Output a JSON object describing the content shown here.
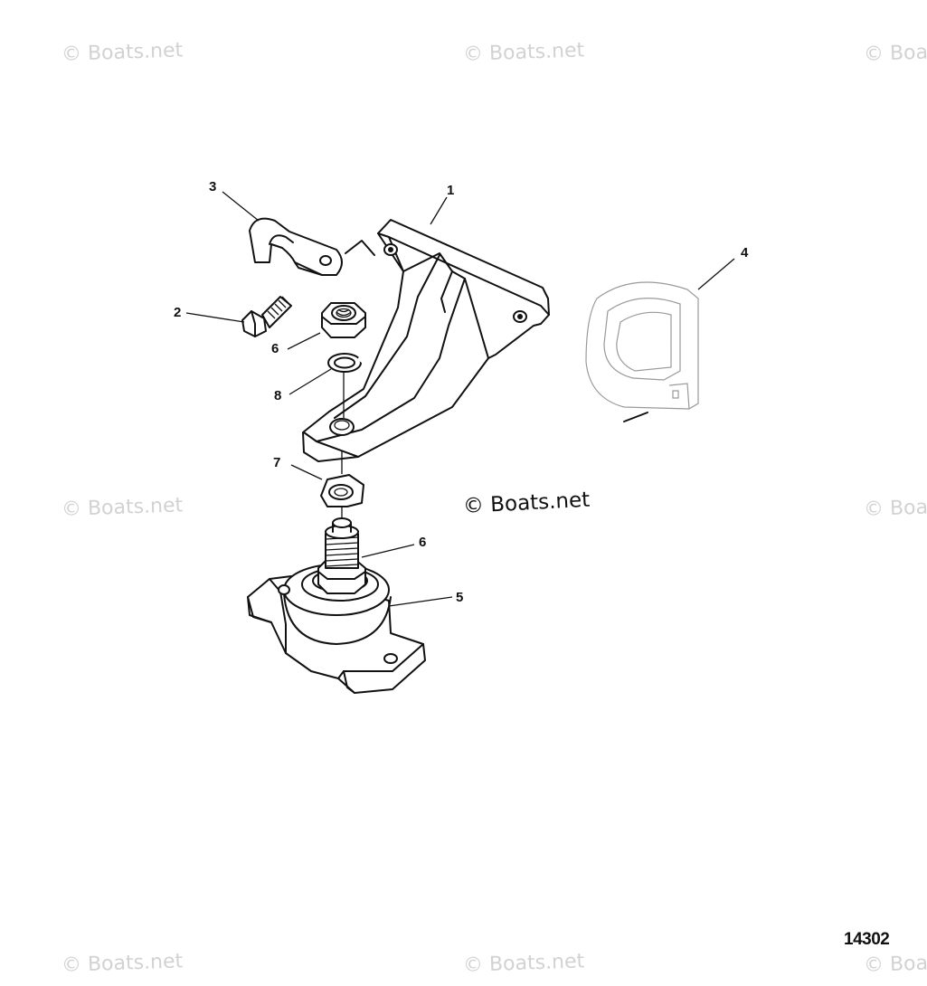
{
  "watermark": "© Boats.net",
  "center_watermark": "© Boats.net",
  "figure_number": "14302",
  "callouts": {
    "c1": "1",
    "c2": "2",
    "c3": "3",
    "c4": "4",
    "c5": "5",
    "c6a": "6",
    "c6b": "6",
    "c7": "7",
    "c8": "8"
  },
  "parts": [
    "bracket-mount-icon",
    "bolt-icon",
    "clamp-icon",
    "shield-icon",
    "engine-mount-icon",
    "hex-nut-icon",
    "lock-washer-icon",
    "tab-washer-icon"
  ]
}
